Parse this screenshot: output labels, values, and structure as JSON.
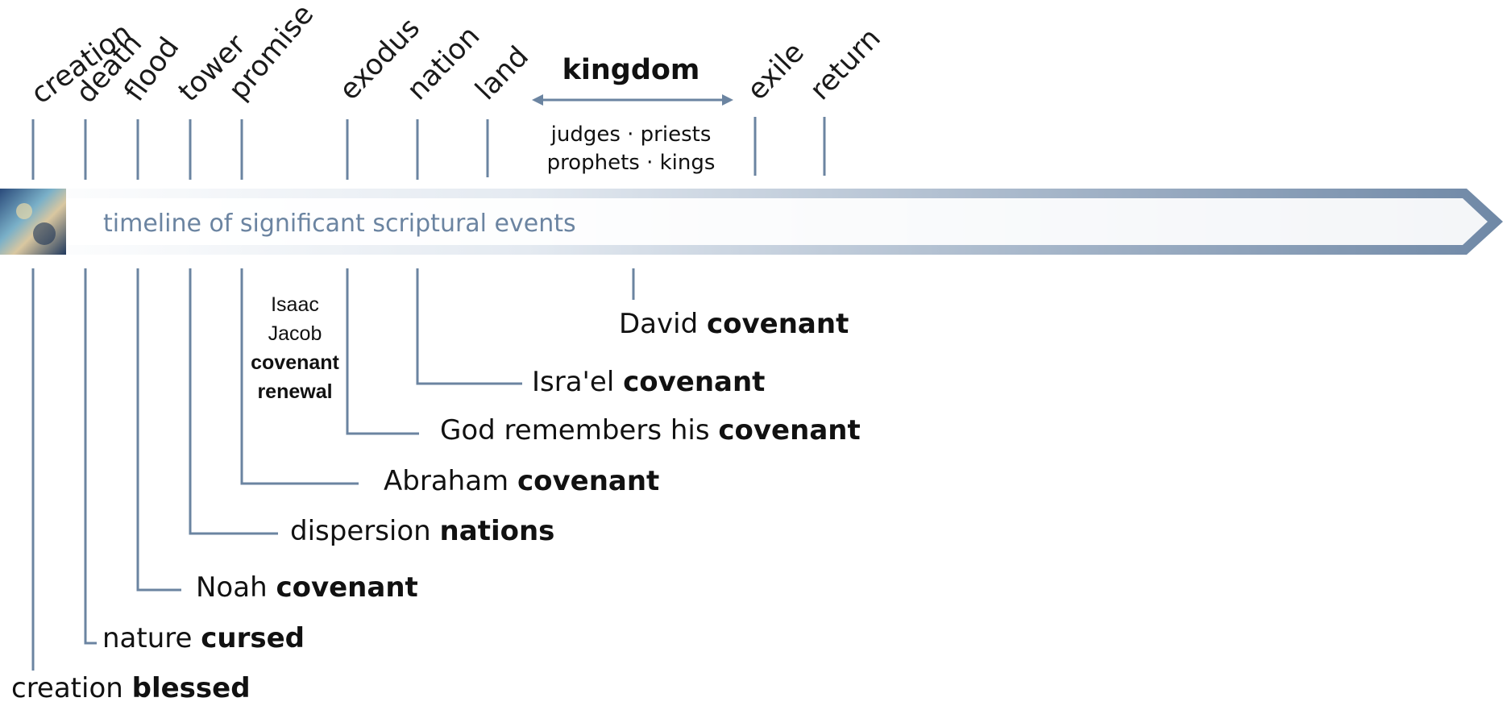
{
  "colors": {
    "line": "#6b84a1",
    "banner_start": "#ffffff",
    "banner_end": "#6f88a6",
    "text": "#111111"
  },
  "banner": {
    "label": "timeline of significant scriptural events",
    "icon": "nebula-image"
  },
  "events": [
    {
      "id": "creation",
      "label": "creation"
    },
    {
      "id": "death",
      "label": "death"
    },
    {
      "id": "flood",
      "label": "flood"
    },
    {
      "id": "tower",
      "label": "tower"
    },
    {
      "id": "promise",
      "label": "promise"
    },
    {
      "id": "exodus",
      "label": "exodus"
    },
    {
      "id": "nation",
      "label": "nation"
    },
    {
      "id": "land",
      "label": "land"
    },
    {
      "id": "exile",
      "label": "exile"
    },
    {
      "id": "return",
      "label": "return"
    }
  ],
  "kingdom": {
    "title": "kingdom",
    "line1": "judges · priests",
    "line2": "prophets · kings"
  },
  "renewal": {
    "line1": "Isaac",
    "line2": "Jacob",
    "line3": "covenant",
    "line4": "renewal"
  },
  "annotations": {
    "creation": {
      "plain": "creation ",
      "bold": "blessed"
    },
    "death": {
      "plain": "nature ",
      "bold": "cursed"
    },
    "flood": {
      "plain": "Noah ",
      "bold": "covenant"
    },
    "tower": {
      "plain": "dispersion ",
      "bold": "nations"
    },
    "promise": {
      "plain": "Abraham ",
      "bold": "covenant"
    },
    "exodus": {
      "plain": "God remembers his ",
      "bold": "covenant"
    },
    "nation": {
      "plain": "Isra'el ",
      "bold": "covenant"
    },
    "kingdom": {
      "plain": "David ",
      "bold": "covenant"
    }
  }
}
